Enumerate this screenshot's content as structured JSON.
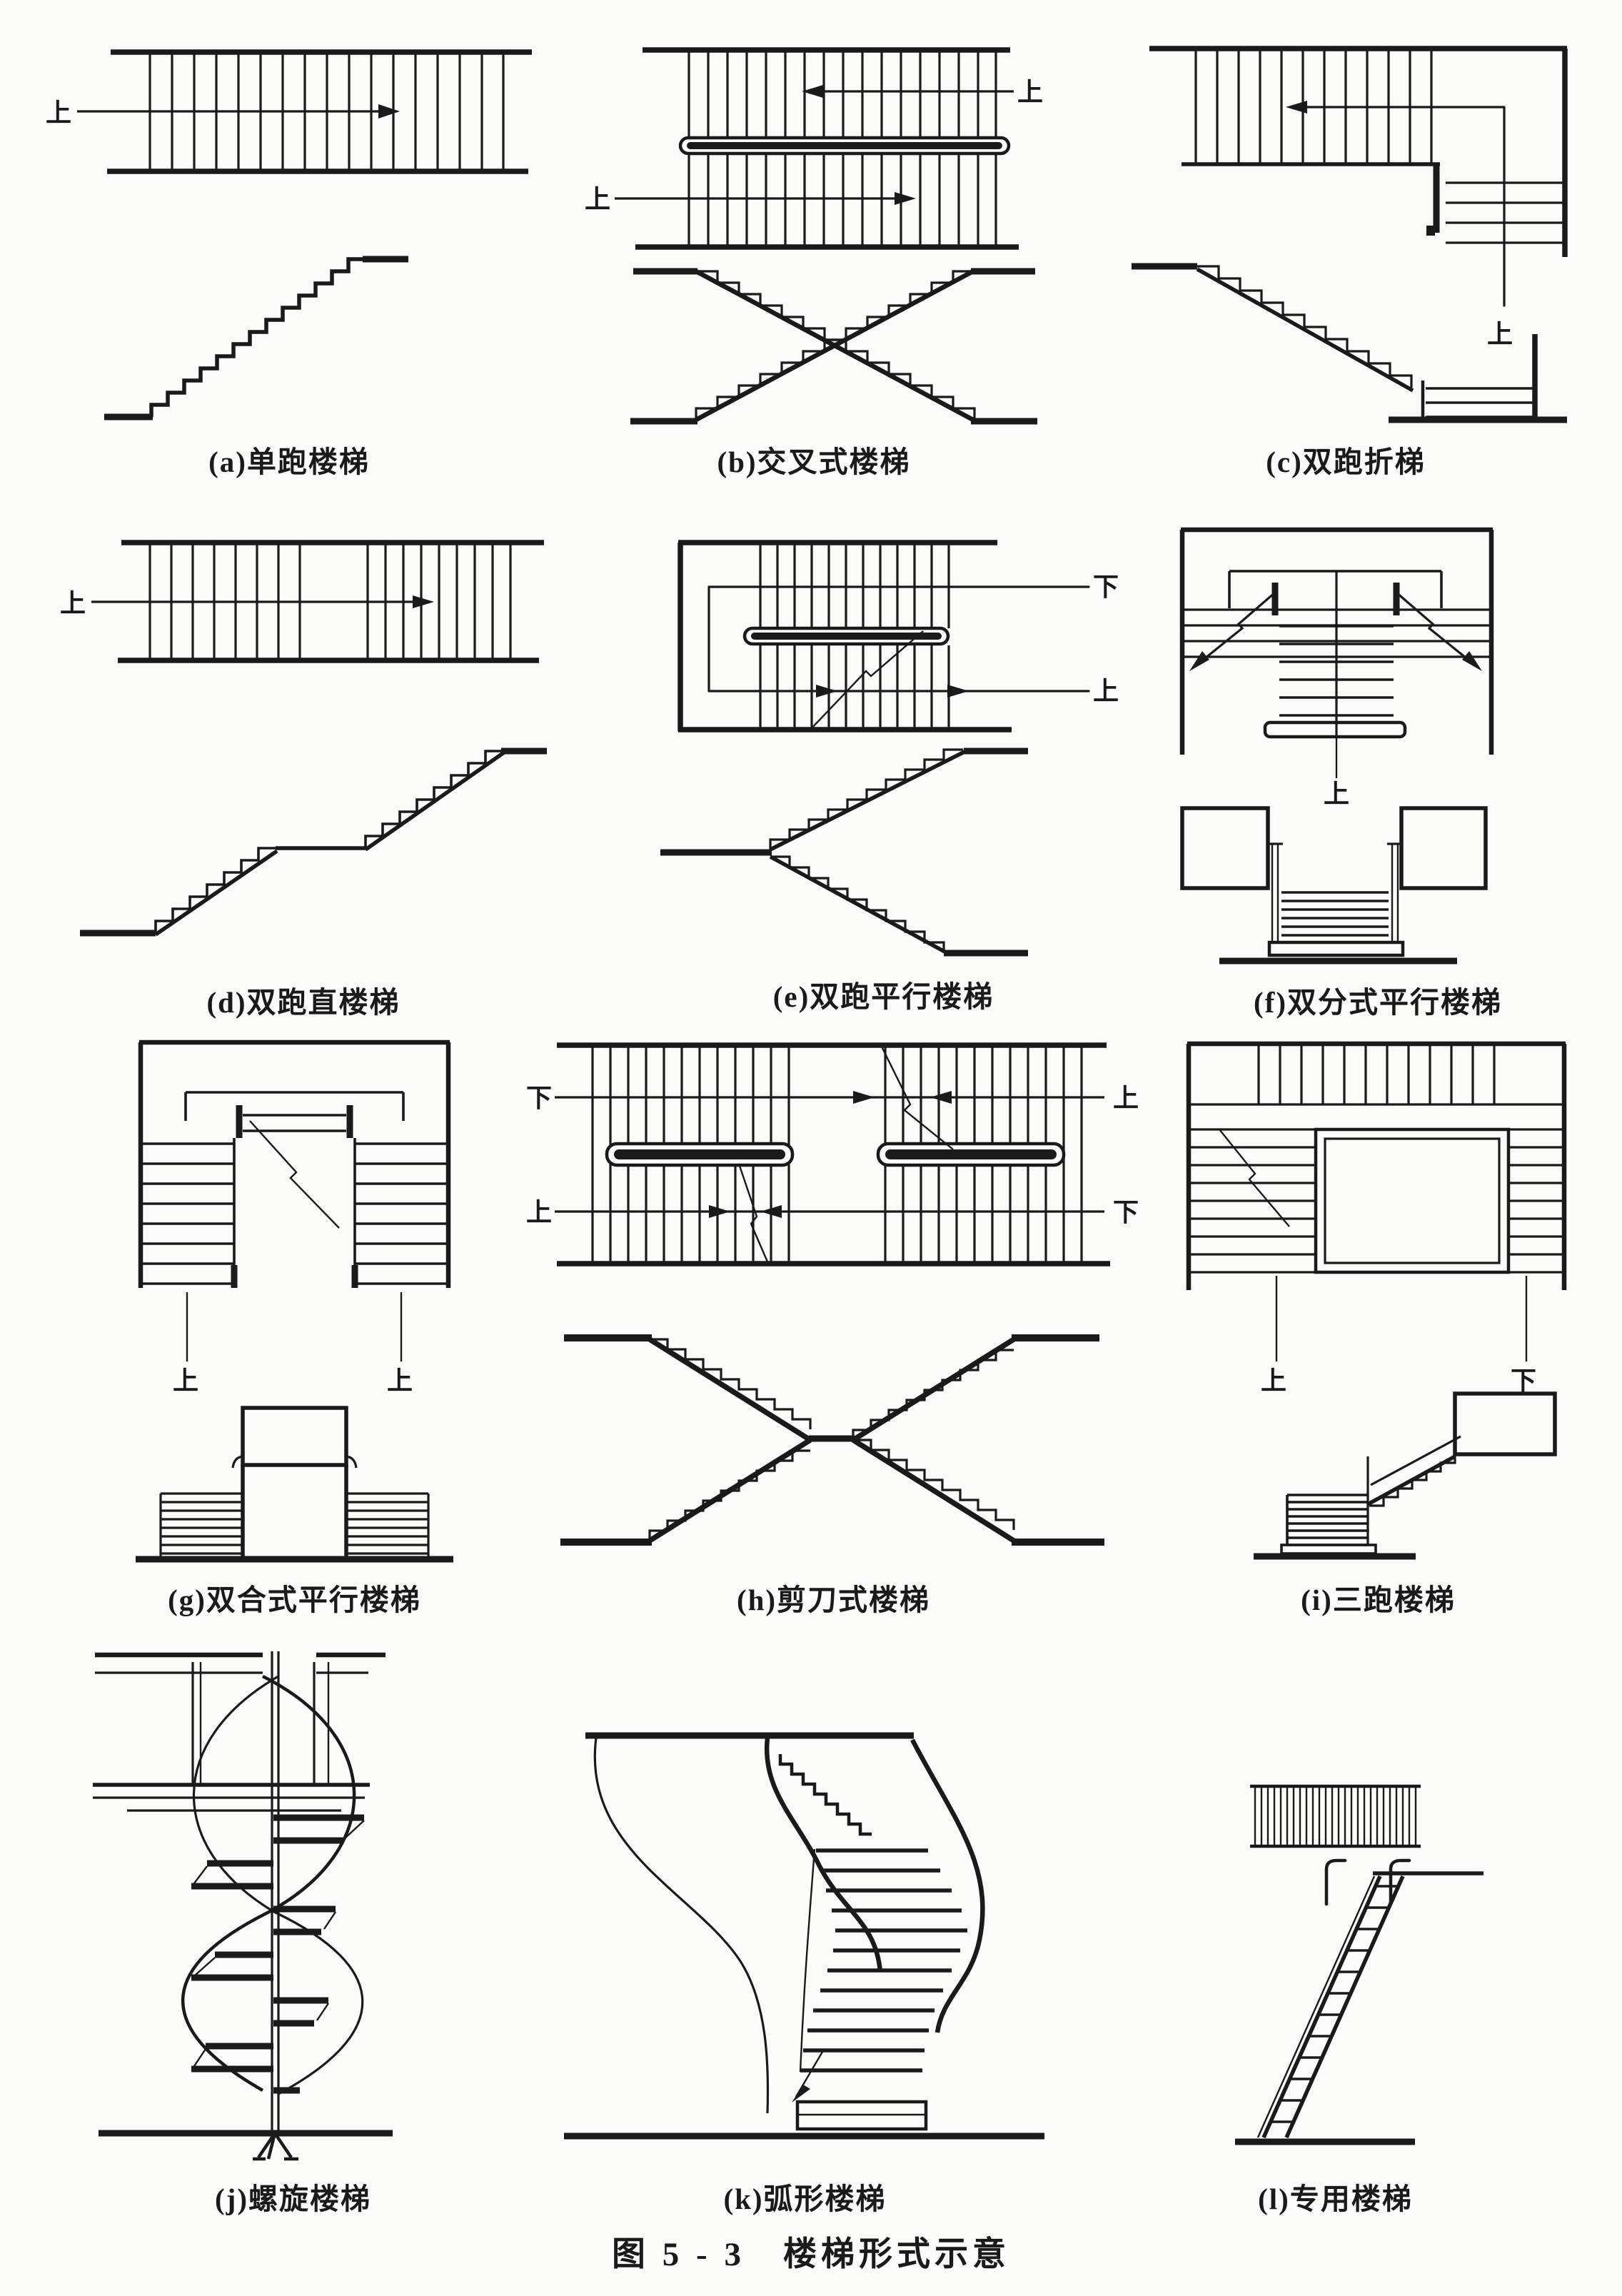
{
  "page": {
    "caption": "图 5 - 3　楼梯形式示意"
  },
  "figures": {
    "a": {
      "caption": "(a)单跑楼梯",
      "up": "上"
    },
    "b": {
      "caption": "(b)交叉式楼梯",
      "up_left": "上",
      "up_right": "上"
    },
    "c": {
      "caption": "(c)双跑折梯",
      "up": "上"
    },
    "d": {
      "caption": "(d)双跑直楼梯",
      "up": "上"
    },
    "e": {
      "caption": "(e)双跑平行楼梯",
      "down": "下",
      "up": "上"
    },
    "f": {
      "caption": "(f)双分式平行楼梯",
      "up": "上"
    },
    "g": {
      "caption": "(g)双合式平行楼梯",
      "up_left": "上",
      "up_right": "上"
    },
    "h": {
      "caption": "(h)剪刀式楼梯",
      "down_left": "下",
      "up_right": "上",
      "up_left": "上",
      "down_right": "下"
    },
    "i": {
      "caption": "(i)三跑楼梯",
      "up": "上",
      "down": "下"
    },
    "j": {
      "caption": "(j)螺旋楼梯"
    },
    "k": {
      "caption": "(k)弧形楼梯"
    },
    "l": {
      "caption": "(l)专用楼梯"
    }
  }
}
